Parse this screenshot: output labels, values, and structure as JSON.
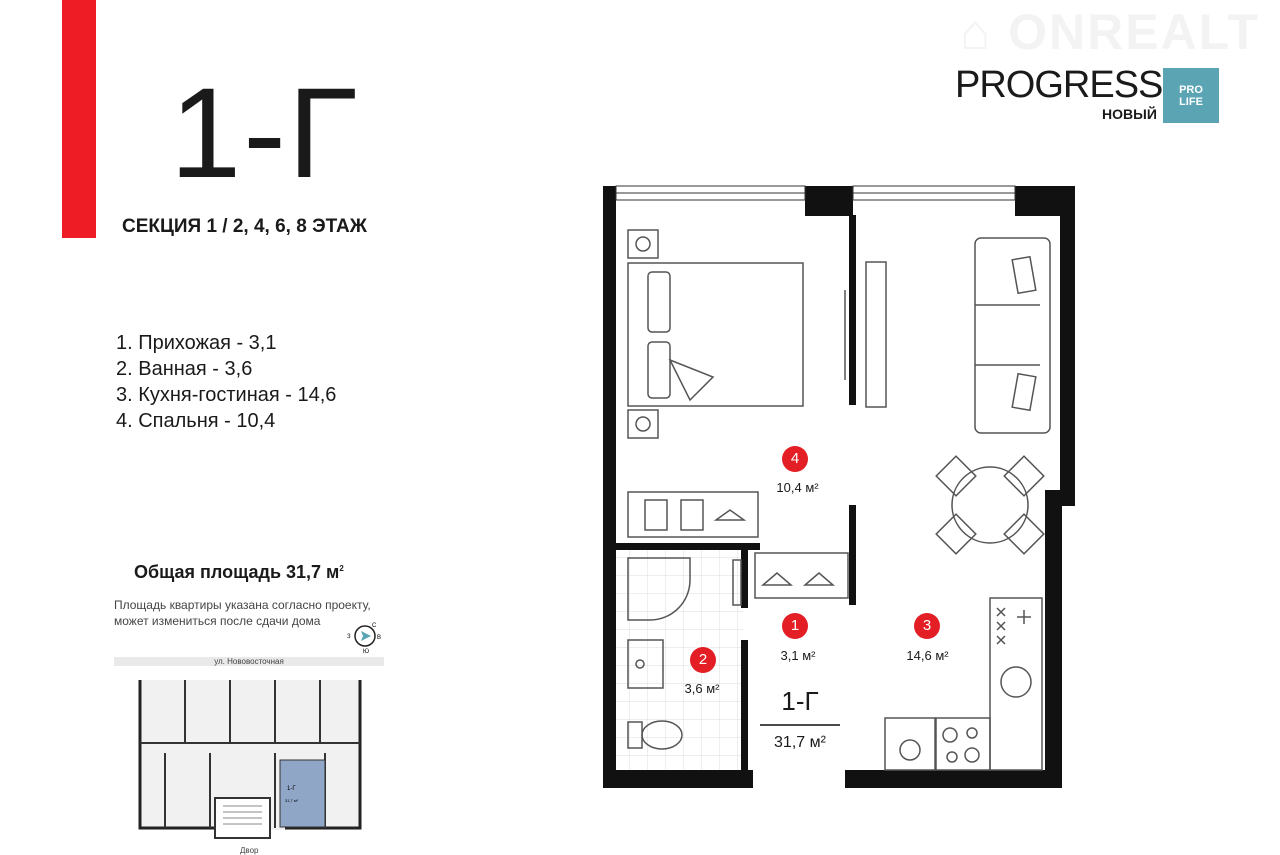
{
  "header": {
    "apartment": "1-Г",
    "section": "СЕКЦИЯ 1  / 2, 4, 6, 8 ЭТАЖ"
  },
  "brand": {
    "name": "PROGRESS",
    "sub": "НОВЫЙ",
    "badge_line1": "PRO",
    "badge_line2": "LIFE",
    "badge_color": "#5aa4b4",
    "watermark": "ONREALT"
  },
  "rooms": [
    "1.  Прихожая - 3,1",
    "2. Ванная - 3,6",
    "3. Кухня-гостиная - 14,6",
    "4. Спальня - 10,4"
  ],
  "total": {
    "label": "Общая площадь 31,7 м",
    "sup": "2"
  },
  "note": {
    "line1": "Площадь квартиры указана согласно проекту,",
    "line2": "может измениться после сдачи дома"
  },
  "compass": {
    "n": "С",
    "e": "В",
    "s": "Ю",
    "w": "З"
  },
  "site": {
    "street": "ул. Нововосточная",
    "yard": "Двор",
    "unit": "1-Г",
    "unit_area": "31,7 м²"
  },
  "plan": {
    "labels": [
      {
        "num": "1",
        "area": "3,1 м²"
      },
      {
        "num": "2",
        "area": "3,6 м²"
      },
      {
        "num": "3",
        "area": "14,6 м²"
      },
      {
        "num": "4",
        "area": "10,4 м²"
      }
    ],
    "unit": "1-Г",
    "unit_area": "31,7 м²"
  },
  "accent": "#ee1c25"
}
